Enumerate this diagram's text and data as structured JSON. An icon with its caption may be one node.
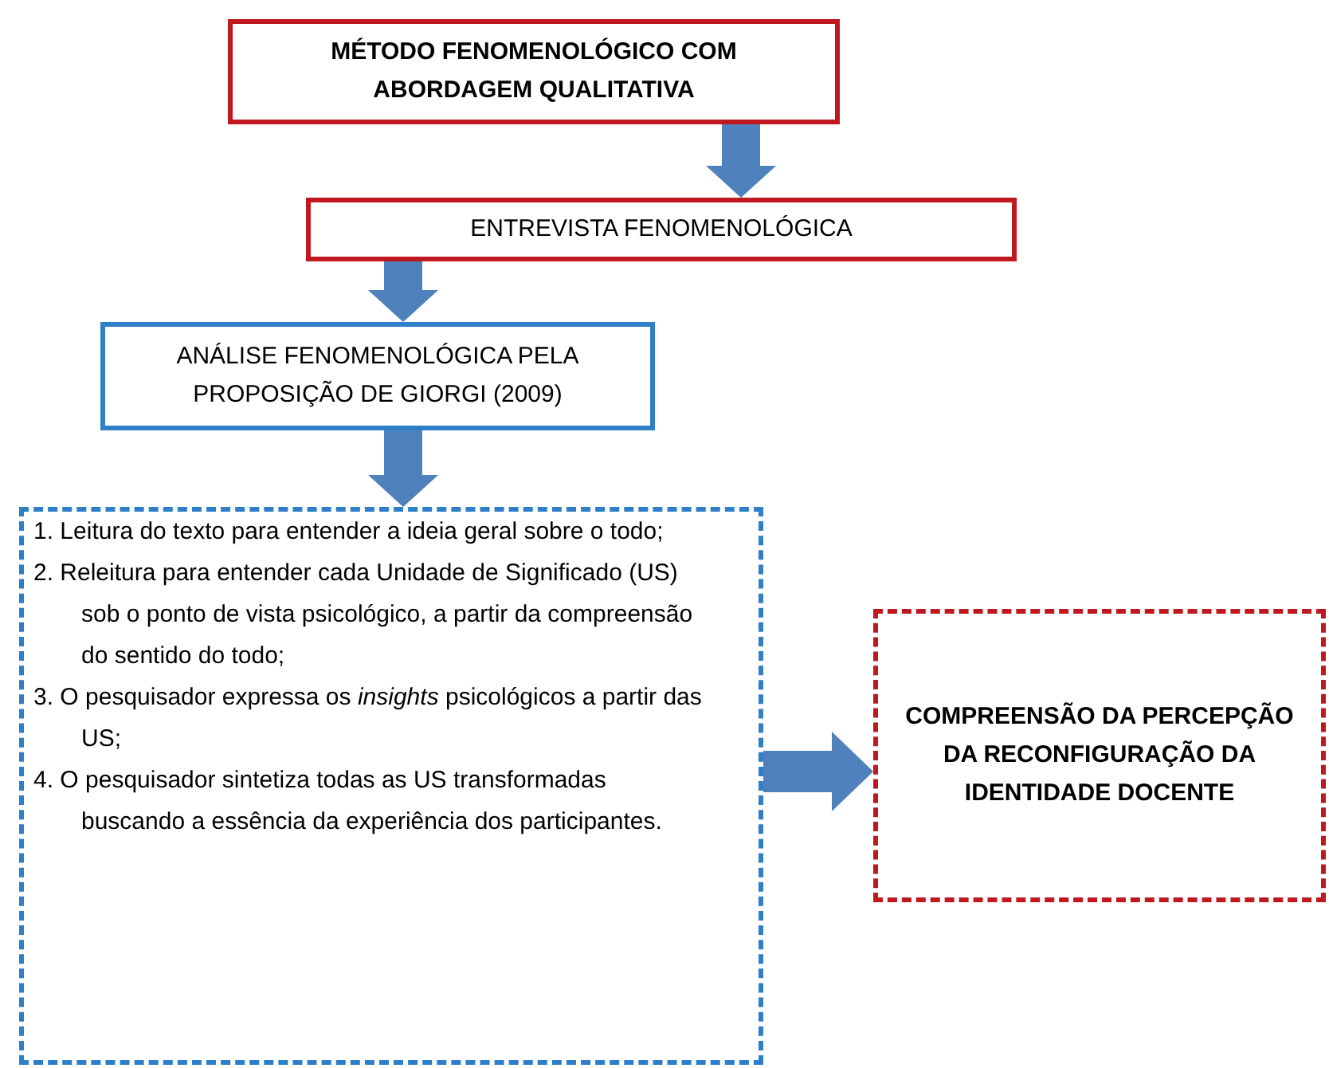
{
  "diagram": {
    "nodes": [
      {
        "text": [
          "MÉTODO FENOMENOLÓGICO COM ABORDAGEM QUALITATIVA"
        ]
      },
      {
        "text": [
          "ENTREVISTA FENOMENOLÓGICA"
        ]
      },
      {
        "text": [
          "ANÁLISE FENOMENOLÓGICA PELA PROPOSIÇÃO DE GIORGI (2009)"
        ]
      },
      {
        "text": [
          "1. Leitura do texto para entender a ideia geral sobre o todo;",
          "2. Releitura para entender cada Unidade de Significado (US) sob o ponto de vista psicológico, a partir da compreensão do sentido do todo;",
          "3. O pesquisador expressa os *insights* psicológicos a partir das US;",
          "4. O pesquisador sintetiza todas as US transformadas buscando a essência da experiência dos participantes."
        ]
      },
      {
        "text": [
          "COMPREENSÃO DA PERCEPÇÃO DA RECONFIGURAÇÃO DA IDENTIDADE DOCENTE"
        ]
      }
    ],
    "edges": [
      {
        "from": 0,
        "to": 1,
        "arrow": "to"
      },
      {
        "from": 1,
        "to": 2,
        "arrow": "to"
      },
      {
        "from": 2,
        "to": 3,
        "arrow": "to"
      },
      {
        "from": 3,
        "to": 4,
        "arrow": "to"
      }
    ]
  }
}
